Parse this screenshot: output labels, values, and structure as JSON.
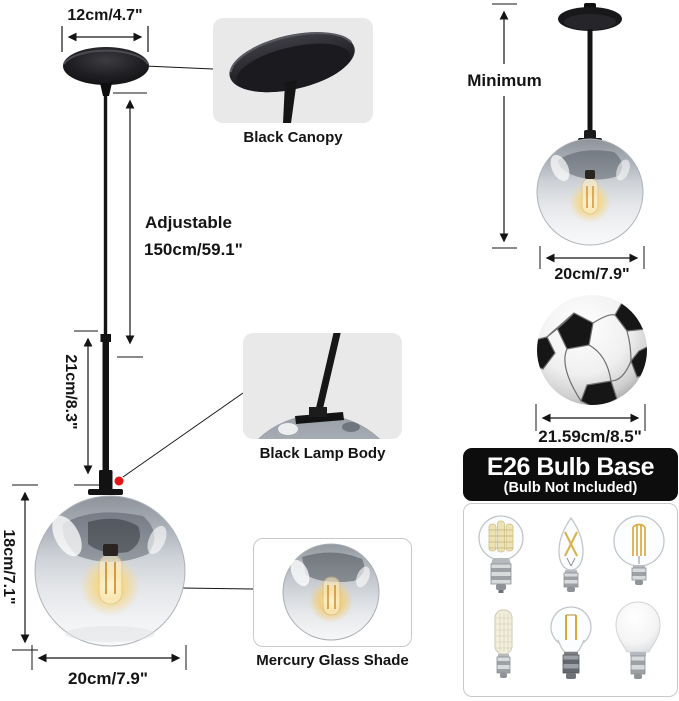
{
  "left_diagram": {
    "canopy_width": "12cm/4.7\"",
    "cord_label1": "Adjustable",
    "cord_label2": "150cm/59.1\"",
    "body_height": "21cm/8.3\"",
    "shade_height": "18cm/7.1\"",
    "shade_width": "20cm/7.9\""
  },
  "callouts": {
    "canopy_label": "Black Canopy",
    "body_label": "Black Lamp Body",
    "shade_label": "Mercury Glass Shade"
  },
  "right_panel": {
    "minimum_label": "Minimum",
    "pendant_width": "20cm/7.9\"",
    "ball_width": "21.59cm/8.5\"",
    "bulb_title": "E26 Bulb Base",
    "bulb_subtitle": "(Bulb Not Included)"
  },
  "icons": {
    "canopy": "black-canopy-icon",
    "pendant": "pendant-lamp-icon",
    "soccer_ball": "soccer-ball-icon",
    "bulbs": [
      "corn-globe-bulb-icon",
      "candle-filament-bulb-icon",
      "globe-filament-bulb-icon",
      "corn-tube-bulb-icon",
      "s14-filament-bulb-icon",
      "a19-led-bulb-icon"
    ]
  },
  "colors": {
    "accent_red": "#e41616",
    "callout_bg": "#e9e9ea",
    "header_bg": "#0d0d0d",
    "line": "#141414"
  }
}
